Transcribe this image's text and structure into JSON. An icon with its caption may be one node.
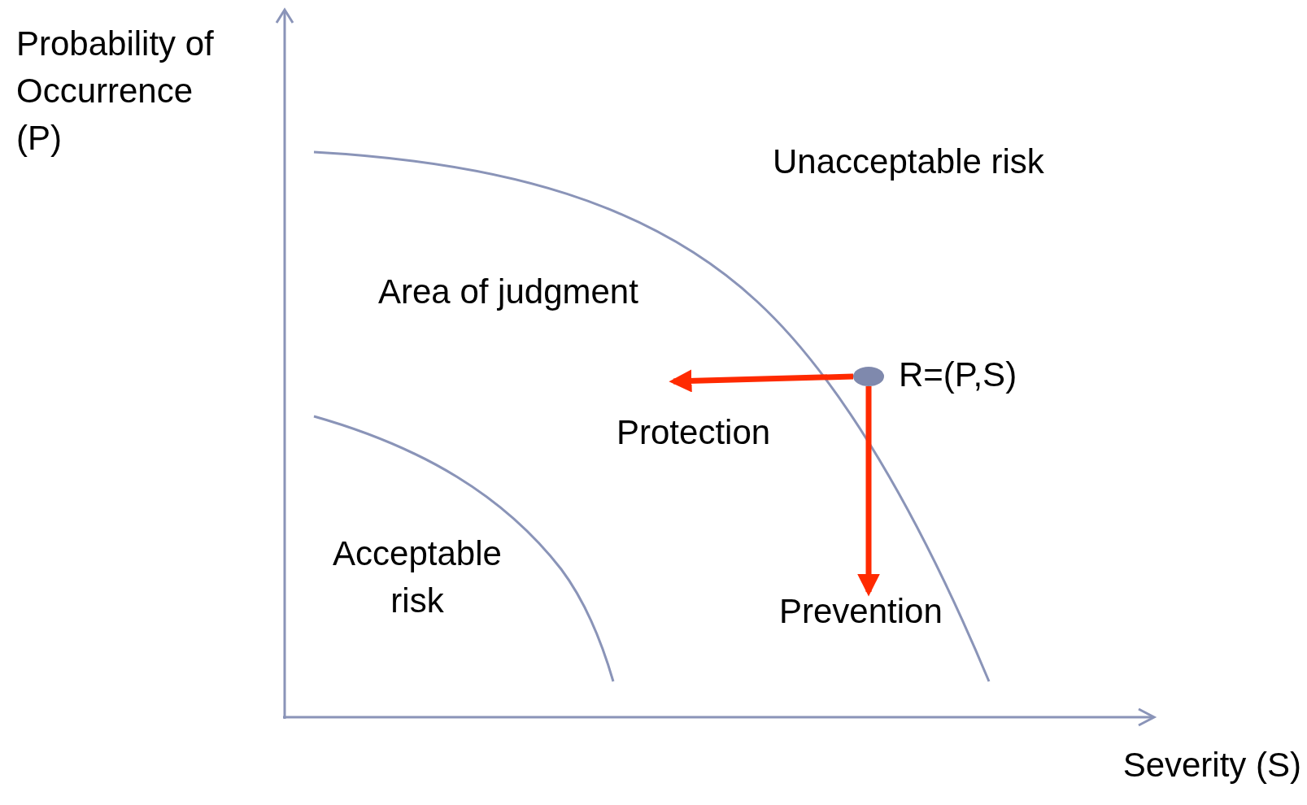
{
  "diagram": {
    "nodes": [
      {
        "text": [],
        "shape": "circle",
        "beside": [
          "R=(P,S)"
        ]
      },
      {
        "text": [
          "Prevention"
        ]
      }
    ],
    "edges": [
      {
        "from": 0,
        "to": null,
        "arrow": "to",
        "label": "Protection"
      },
      {
        "from": 0,
        "to": 1,
        "arrow": "to"
      }
    ],
    "labels": [
      "Probability of Occurrence (P)",
      "Unacceptable risk",
      "Area of judgment",
      "Acceptable risk",
      "Severity (S)"
    ]
  }
}
